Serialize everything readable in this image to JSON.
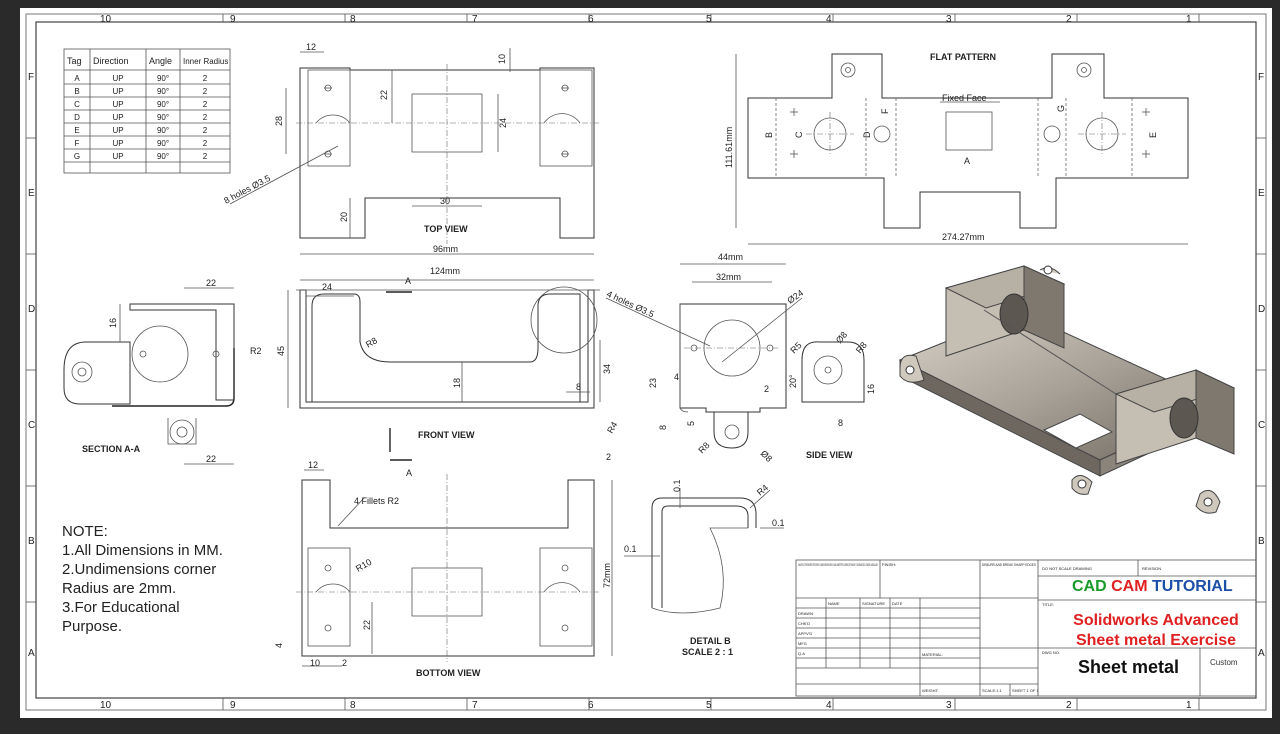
{
  "border": {
    "cols_top": [
      "10",
      "9",
      "8",
      "7",
      "6",
      "5",
      "4",
      "3",
      "2",
      "1"
    ],
    "cols_bottom": [
      "10",
      "9",
      "8",
      "7",
      "6",
      "5",
      "4",
      "3",
      "2",
      "1"
    ],
    "rows_left": [
      "F",
      "E",
      "D",
      "C",
      "B",
      "A"
    ],
    "rows_right": [
      "F",
      "E",
      "D",
      "C",
      "B",
      "A"
    ]
  },
  "bend_table": {
    "headers": [
      "Tag",
      "Direction",
      "Angle",
      "Inner Radius"
    ],
    "rows": [
      [
        "A",
        "UP",
        "90°",
        "2"
      ],
      [
        "B",
        "UP",
        "90°",
        "2"
      ],
      [
        "C",
        "UP",
        "90°",
        "2"
      ],
      [
        "D",
        "UP",
        "90°",
        "2"
      ],
      [
        "E",
        "UP",
        "90°",
        "2"
      ],
      [
        "F",
        "UP",
        "90°",
        "2"
      ],
      [
        "G",
        "UP",
        "90°",
        "2"
      ]
    ]
  },
  "views": {
    "top": "TOP VIEW",
    "front": "FRONT VIEW",
    "bottom": "BOTTOM VIEW",
    "side": "SIDE VIEW",
    "section": "SECTION A-A",
    "detail": "DETAIL B",
    "detail_scale": "SCALE 2 : 1",
    "flat": "FLAT PATTERN",
    "fixed_face": "Fixed Face"
  },
  "dims": {
    "top_12": "12",
    "top_10": "10",
    "top_28": "28",
    "top_22": "22",
    "top_24": "24",
    "top_20": "20",
    "top_30": "30",
    "top_96": "96mm",
    "top_holes": "8 holes Ø3.5",
    "front_124": "124mm",
    "front_24": "24",
    "front_45": "45",
    "front_r8": "R8",
    "front_18": "18",
    "front_8": "8",
    "front_34": "34",
    "front_r4": "R4",
    "front_2": "2",
    "front_a": "A",
    "sec_22_top": "22",
    "sec_16": "16",
    "sec_r2": "R2",
    "sec_22_bot": "22",
    "side_44": "44mm",
    "side_32": "32mm",
    "side_holes": "4 holes Ø3.5",
    "side_d24": "Ø24",
    "side_23": "23",
    "side_4": "4",
    "side_2": "2",
    "side_8": "8",
    "side_5": "5",
    "side_r8": "R8",
    "side_d8": "Ø8",
    "side_r5": "R5",
    "side_d8b": "Ø8",
    "side_r8b": "R8",
    "side_20": "20°",
    "side_16": "16",
    "side_8b": "8",
    "bot_12": "12",
    "bot_fillets": "4 Fillets R2",
    "bot_r10": "R10",
    "bot_72": "72mm",
    "bot_22": "22",
    "bot_4": "4",
    "bot_10": "10",
    "bot_2": "2",
    "bot_a": "A",
    "det_r4": "R4",
    "det_01a": "0.1",
    "det_01b": "0.1",
    "det_01c": "0.1",
    "flat_height": "111.61mm",
    "flat_width": "274.27mm",
    "flat_a": "A",
    "flat_b": "B",
    "flat_c": "C",
    "flat_d": "D",
    "flat_e": "E",
    "flat_f": "F",
    "flat_g": "G"
  },
  "notes": {
    "title": "NOTE:",
    "items": [
      "1.All Dimensions in MM.",
      "2.Undimensions corner",
      "Radius are 2mm.",
      "3.For Educational",
      "Purpose."
    ]
  },
  "title_block": {
    "brand_cad": "CAD",
    "brand_cam": "CAM",
    "brand_tutorial": "TUTORIAL",
    "title_line1": "Solidworks Advanced",
    "title_line2": "Sheet metal Exercise",
    "dwg_no": "Sheet metal",
    "size": "Custom",
    "finish": "FINISH:",
    "deburr": "DEBURR AND BREAK SHARP EDGES",
    "dont_scale": "DO NOT SCALE DRAWING",
    "revision": "REVISION",
    "title_label": "TITLE:",
    "dwg_label": "DWG NO.",
    "material": "MATERIAL:",
    "weight": "WEIGHT:",
    "scale": "SCALE:1:1",
    "sheet": "SHEET 1 OF 1",
    "unless": "UNLESS OTHERWISE SPECIFIED: DIMENSIONS ARE IN MILLIMETERS SURFACE FINISH: TOLERANCES: LINEAR: ANGULAR:",
    "name": "NAME",
    "signature": "SIGNATURE",
    "date": "DATE",
    "drawn": "DRAWN",
    "chkd": "CHK'D",
    "appvd": "APPV'D",
    "mfg": "MFG",
    "qa": "Q.A"
  },
  "colors": {
    "cad": "#1a9a2a",
    "cam": "#e02020",
    "tutorial": "#1c4fa8",
    "title": "#e02020"
  }
}
